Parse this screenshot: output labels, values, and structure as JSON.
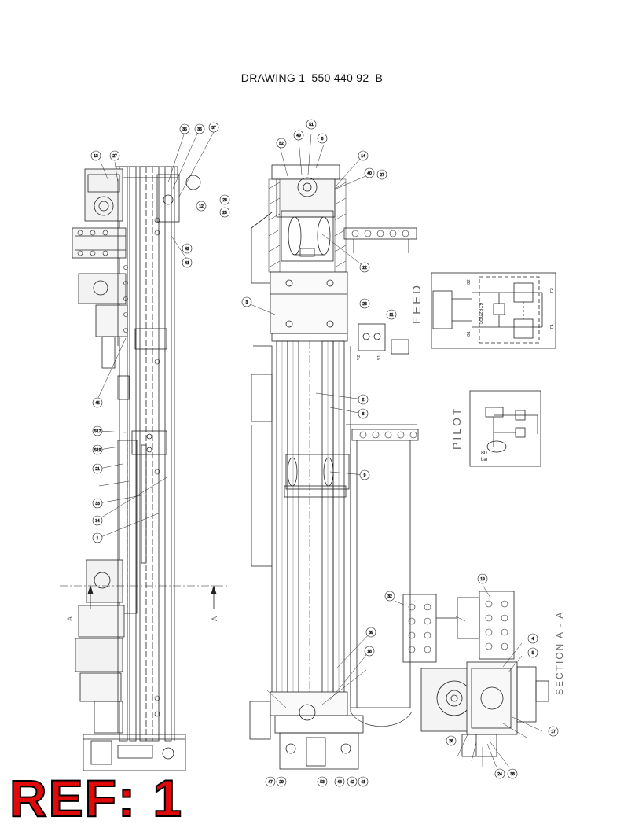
{
  "drawing": {
    "title": "DRAWING 1–550 440 92–B",
    "section_label": "SECTION A - A",
    "cut_label": "A",
    "feed_label": "FEED",
    "pilot_label": "PILOT",
    "feed_part_number": "5502819",
    "pressure_value": "80",
    "pressure_unit": "bar",
    "ports": {
      "g2": "G2",
      "g1": "G1",
      "f2": "F2",
      "f1": "F1",
      "v1": "V1",
      "v2": "V2"
    }
  },
  "callouts": {
    "left": [
      "13",
      "27",
      "35",
      "36",
      "37",
      "28",
      "25",
      "12",
      "42",
      "41",
      "45",
      "S17",
      "S19",
      "21",
      "33",
      "34",
      "1"
    ],
    "center": [
      "52",
      "49",
      "51",
      "6",
      "14",
      "40",
      "27",
      "22",
      "3",
      "23",
      "11",
      "2",
      "8",
      "9",
      "39",
      "18",
      "47",
      "29",
      "53",
      "48",
      "42",
      "41"
    ],
    "right": [
      "19",
      "32",
      "4",
      "5",
      "26",
      "17",
      "24",
      "38"
    ]
  },
  "stamp": {
    "text": "REF: 1"
  }
}
